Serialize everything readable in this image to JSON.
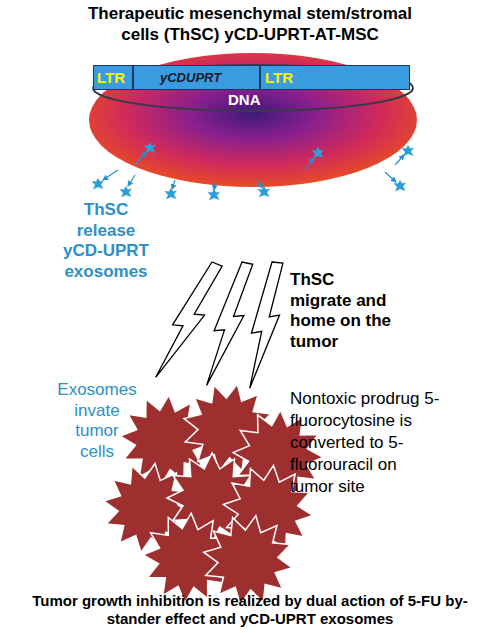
{
  "diagram": {
    "title": "Therapeutic mesenchymal stem/stromal cells (ThSC) yCD-UPRT-AT-MSC",
    "caption": "Tumor growth inhibition is realized by dual action of 5-FU by-stander effect and yCD-UPRT exosomes",
    "nodes": [
      {
        "text": [
          "DNA"
        ]
      },
      {
        "text": [
          "LTR"
        ],
        "in": 0
      },
      {
        "text": [
          "yCDUPRT"
        ],
        "in": 0
      },
      {
        "text": [
          "LTR"
        ],
        "in": 0
      }
    ],
    "labels": [
      "ThSC release yCD-UPRT exosomes",
      "ThSC migrate and home on the tumor",
      "Exosomes invate tumor cells",
      "Nontoxic prodrug 5-fluorocytosine is converted to 5-fluorouracil on tumor site"
    ]
  }
}
